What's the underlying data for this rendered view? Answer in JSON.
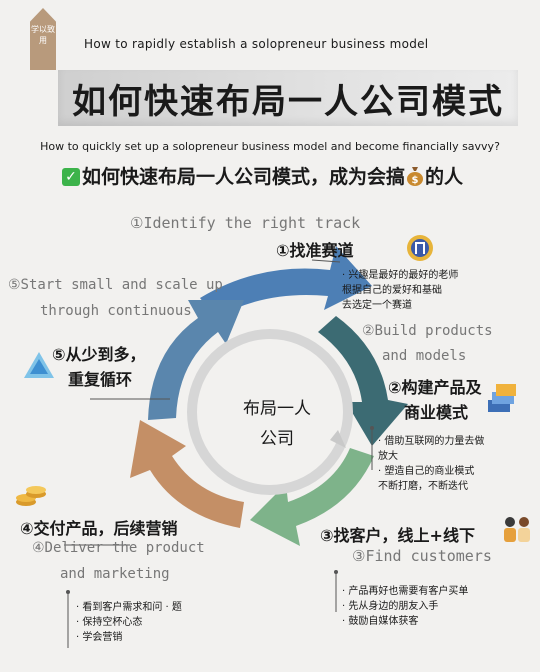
{
  "badge": {
    "text": "学以致用"
  },
  "header": {
    "subtitle_en": "How to rapidly establish a solopreneur business model",
    "title_cn": "如何快速布局一人公司模式",
    "line_en": "How to quickly set up a solopreneur business model and become financially savvy?",
    "line_cn_check": "✓",
    "line_cn_text": "如何快速布局一人公司模式，成为会搞",
    "line_cn_icon": "money-bag-icon",
    "line_cn_tail": "的人"
  },
  "center": {
    "line1": "布局一人",
    "line2": "公司"
  },
  "steps": {
    "s1": {
      "en": "①Identify the right track",
      "cn": "①找准赛道",
      "bullets": [
        "· 兴趣是最好的最好的老师",
        "根据自己的爱好和基础",
        "去选定一个赛道"
      ]
    },
    "s2": {
      "en1": "②Build products",
      "en2": "and models",
      "cn1": "②构建产品及",
      "cn2": "商业模式",
      "bullets": [
        "· 借助互联网的力量去做",
        "放大",
        "· 塑造自己的商业模式",
        "不断打磨，不断迭代"
      ]
    },
    "s3": {
      "cn": "③找客户，线上+线下",
      "en": "③Find customers",
      "bullets": [
        "· 产品再好也需要有客户买单",
        "· 先从身边的朋友入手",
        "· 鼓励自媒体获客"
      ]
    },
    "s4": {
      "cn": "④交付产品，后续营销",
      "en1": "④Deliver the product",
      "en2": "and marketing",
      "bullets": [
        "· 看到客户需求和问 · 题",
        "· 保持空杯心态",
        "· 学会营销"
      ]
    },
    "s5": {
      "en1": "⑤Start small and scale up",
      "en2": "through continuous",
      "cn1": "⑤从少到多，",
      "cn2": "重复循环"
    }
  },
  "colors": {
    "blue": "#4d7fb5",
    "teal": "#3c6b73",
    "green": "#7eb38a",
    "brown": "#c48f66",
    "slate": "#5a86ad"
  }
}
